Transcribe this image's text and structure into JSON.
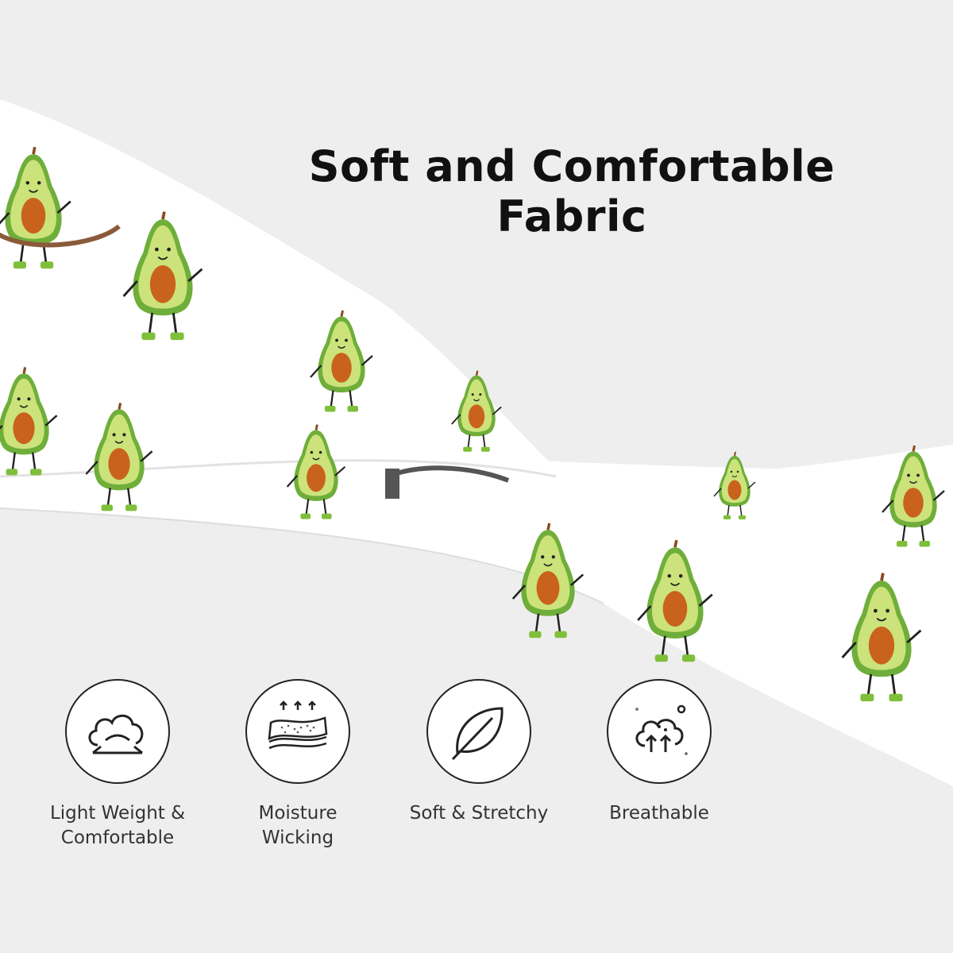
{
  "headline": "Soft and Comfortable Fabric",
  "colors": {
    "background": "#eeeeee",
    "fabric": "#ffffff",
    "avocado_skin": "#6fae3a",
    "avocado_flesh": "#cbe37a",
    "avocado_pit": "#c9621c",
    "icon_stroke": "#222222"
  },
  "features": [
    {
      "icon": "cloud-weight-icon",
      "label": "Light Weight &\nComfortable"
    },
    {
      "icon": "moisture-layers-icon",
      "label": "Moisture\nWicking"
    },
    {
      "icon": "leaf-icon",
      "label": "Soft & Stretchy"
    },
    {
      "icon": "breathable-arrows-icon",
      "label": "Breathable"
    }
  ]
}
